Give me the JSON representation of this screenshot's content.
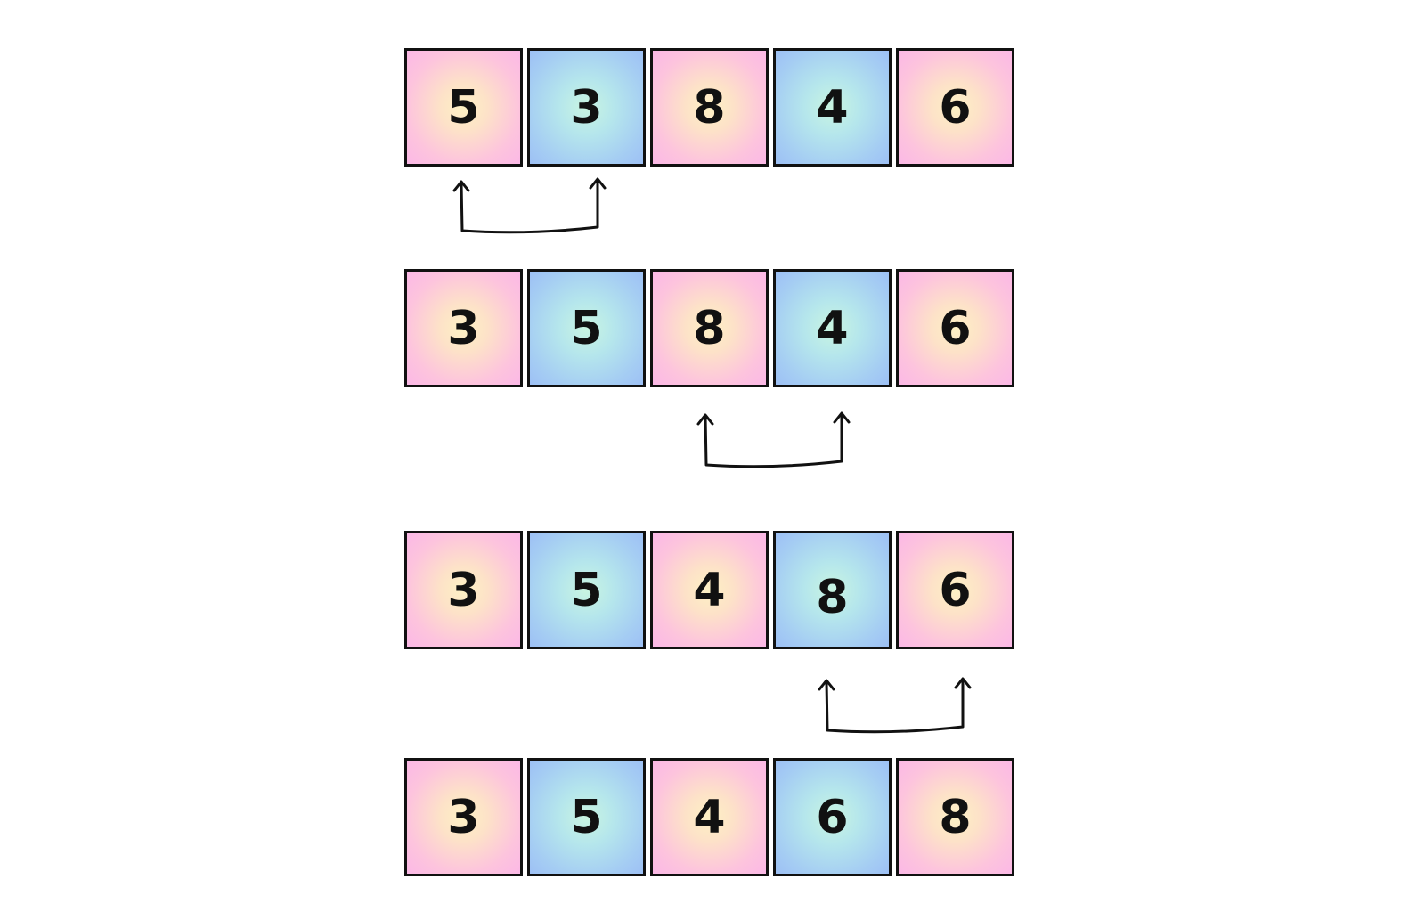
{
  "steps": [
    {
      "values": [
        "5",
        "3",
        "8",
        "4",
        "6"
      ]
    },
    {
      "values": [
        "3",
        "5",
        "8",
        "4",
        "6"
      ]
    },
    {
      "values": [
        "3",
        "5",
        "4",
        "8",
        "6"
      ]
    },
    {
      "values": [
        "3",
        "5",
        "4",
        "6",
        "8"
      ]
    }
  ],
  "swaps": [
    {
      "after_step": 1,
      "indices": [
        0,
        1
      ]
    },
    {
      "after_step": 2,
      "indices": [
        2,
        3
      ]
    },
    {
      "after_step": 3,
      "indices": [
        3,
        4
      ]
    }
  ],
  "colors": {
    "cell_pattern": [
      "pink",
      "blue",
      "pink",
      "blue",
      "pink"
    ],
    "pink_center": "#fdf1c4",
    "pink_edge": "#fbb8e6",
    "blue_center": "#c9f5e1",
    "blue_edge": "#9dc0f5",
    "border": "#111111"
  }
}
